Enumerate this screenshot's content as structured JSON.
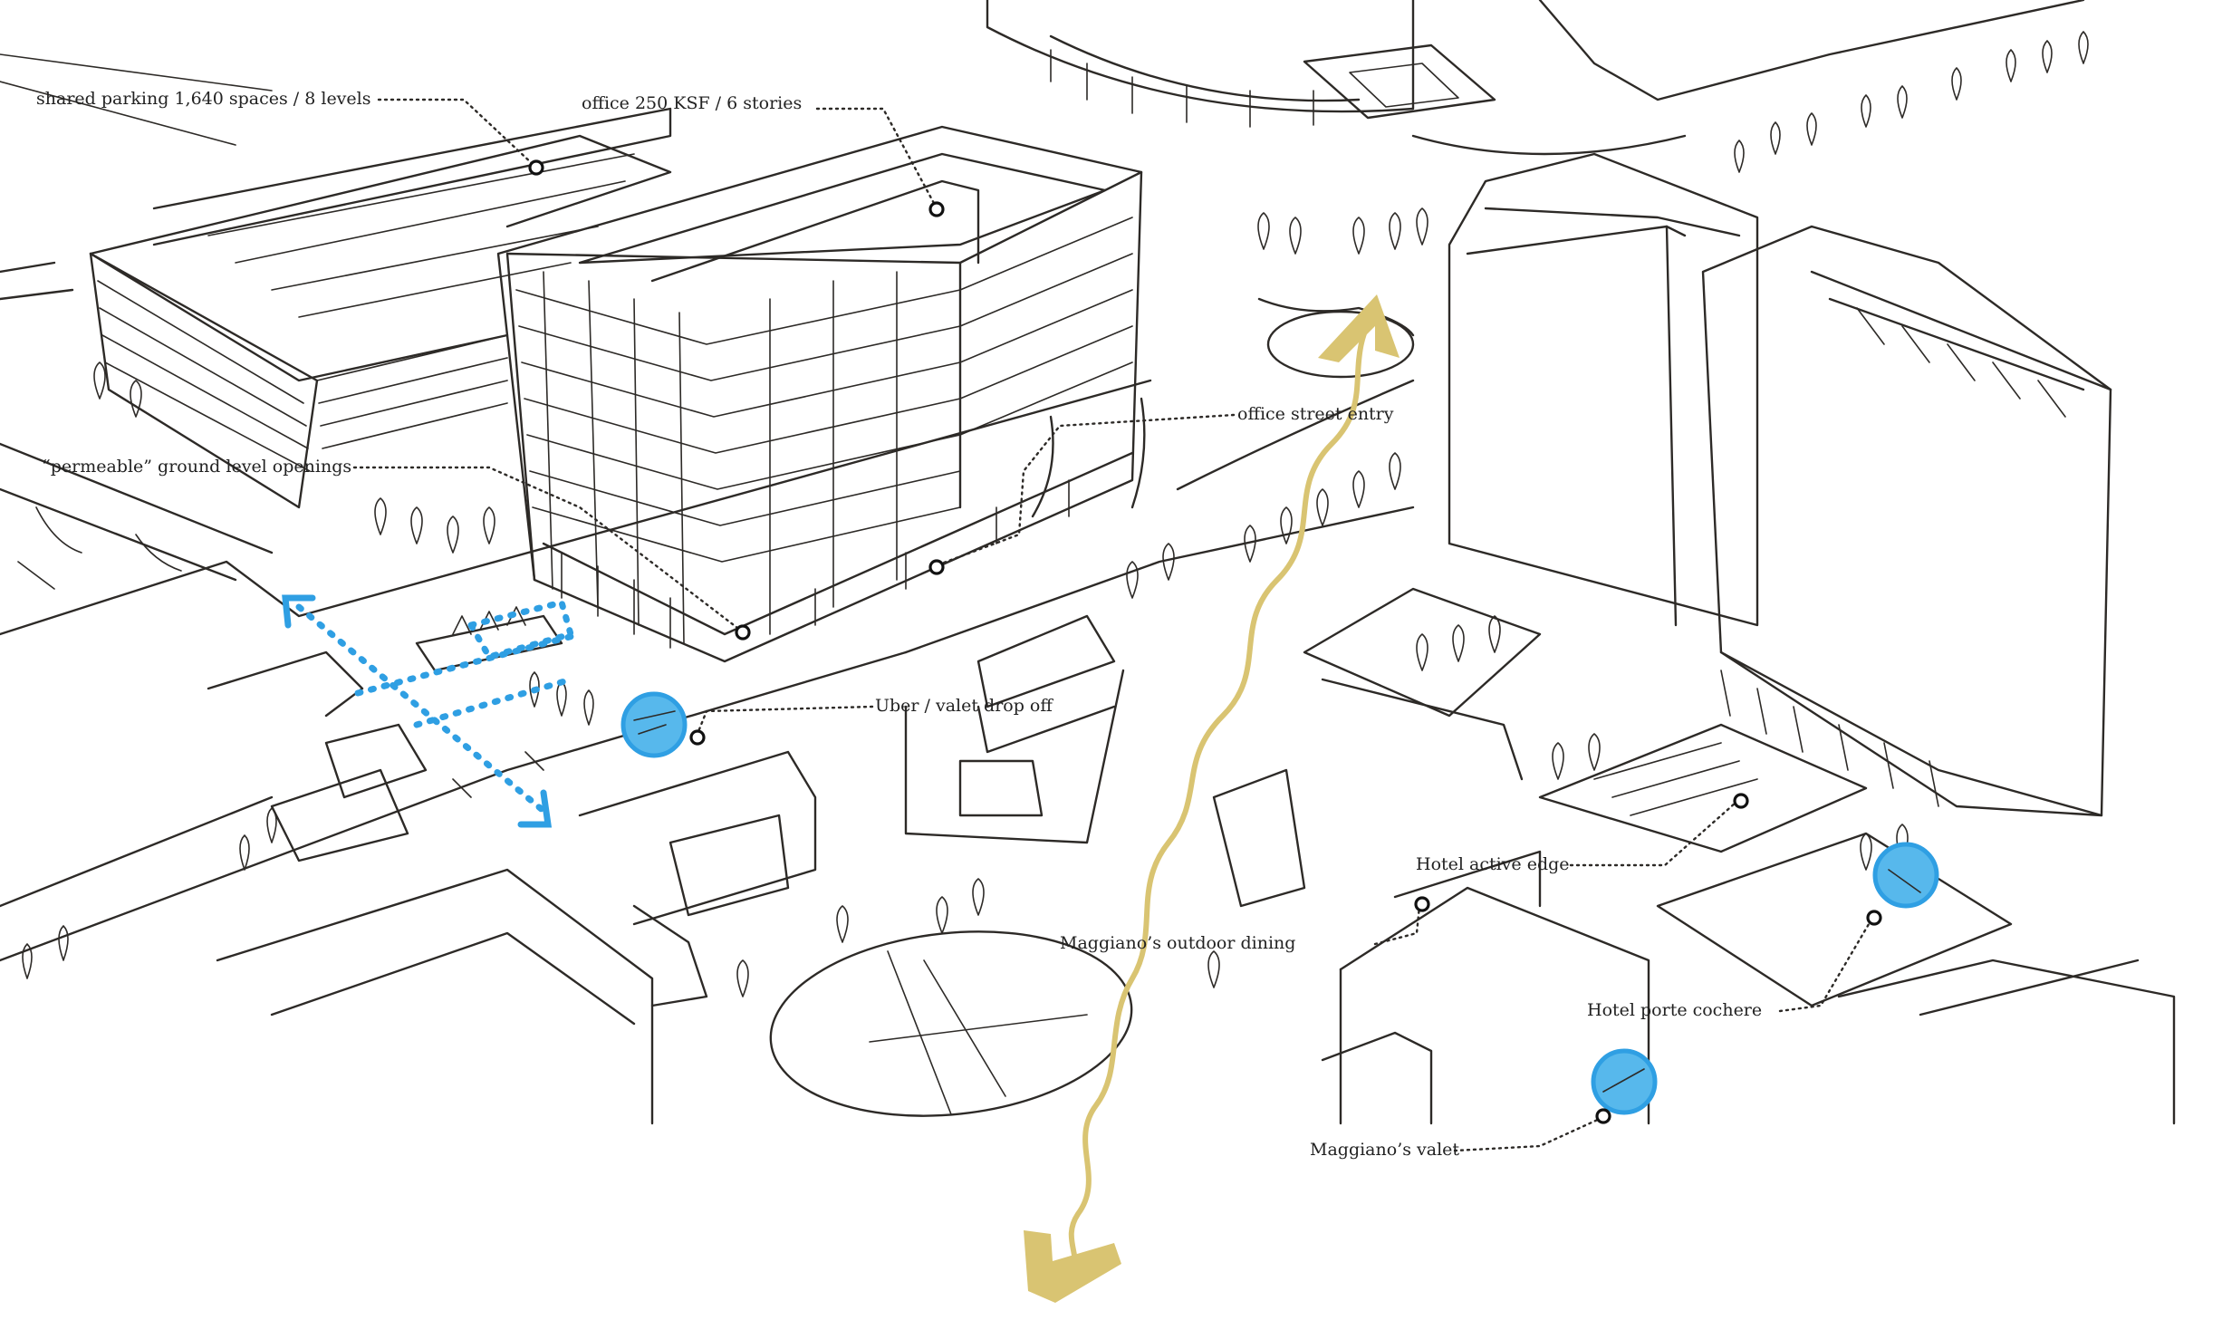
{
  "annotations": {
    "shared_parking": "shared parking 1,640 spaces / 8 levels",
    "office": "office 250 KSF / 6 stories",
    "permeable_openings": "“permeable” ground level openings",
    "office_street_entry": "office street entry",
    "uber_valet": "Uber / valet drop off",
    "hotel_active_edge": "Hotel active edge",
    "maggianos_outdoor_dining": "Maggiano’s outdoor dining",
    "hotel_porte_cochere": "Hotel porte cochere",
    "maggianos_valet": "Maggiano’s valet"
  },
  "colors": {
    "ink": "#2d2a27",
    "pedestrian_path": "#d9c472",
    "drop_off_blue": "#2f9fe3",
    "drop_off_fill": "#57b8ec"
  }
}
